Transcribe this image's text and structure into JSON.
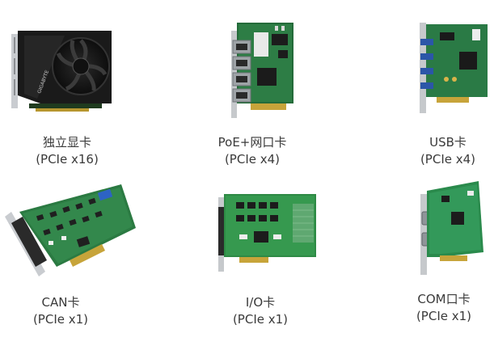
{
  "cards": [
    {
      "name": "独立显卡",
      "spec": "(PCIe x16)"
    },
    {
      "name": "PoE+网口卡",
      "spec": "(PCIe x4)"
    },
    {
      "name": "USB卡",
      "spec": "(PCIe x4)"
    },
    {
      "name": "CAN卡",
      "spec": "(PCIe x1)"
    },
    {
      "name": "I/O卡",
      "spec": "(PCIe x1)"
    },
    {
      "name": "COM口卡",
      "spec": "(PCIe x1)"
    }
  ],
  "gpu_logo": "GIGABYTE"
}
